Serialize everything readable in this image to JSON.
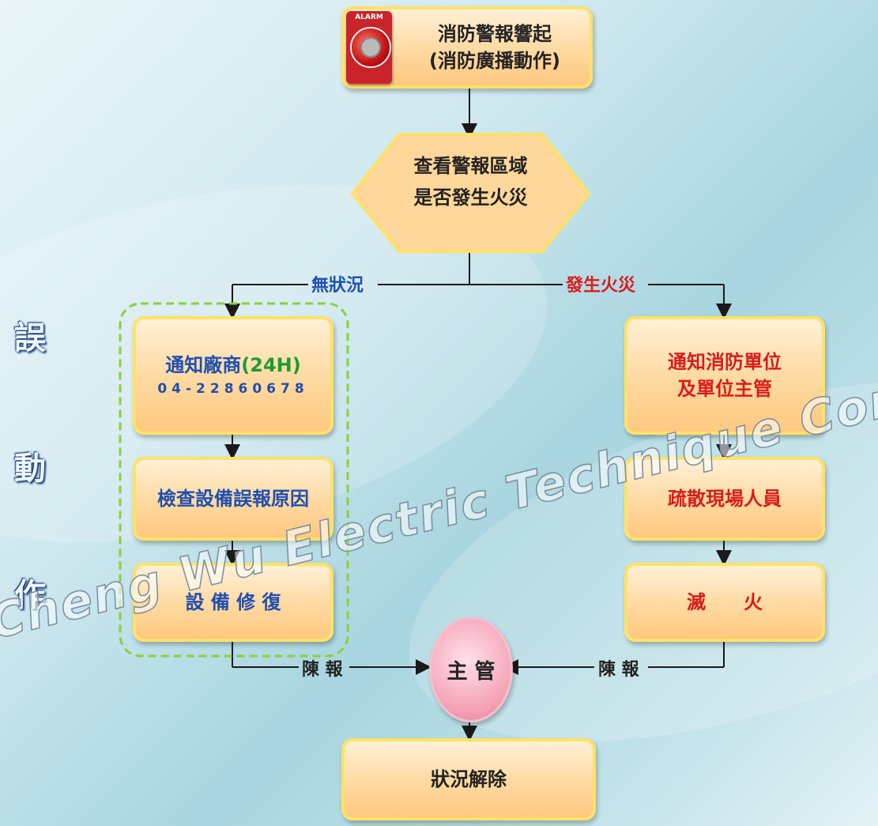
{
  "nodes": {
    "alarm": {
      "line1": "消防警報響起",
      "line2": "(消防廣播動作)"
    },
    "check": {
      "line1": "查看警報區域",
      "line2": "是否發生火災"
    },
    "notify_vendor": {
      "line1": "通知廠商",
      "line1_suffix": "(24H)",
      "phone": "04-22860678"
    },
    "inspect": {
      "label": "檢查設備誤報原因"
    },
    "repair": {
      "label": "設 備 修 復"
    },
    "notify_fire": {
      "line1": "通知消防單位",
      "line2": "及單位主管"
    },
    "evacuate": {
      "label": "疏散現場人員"
    },
    "extinguish": {
      "label": "滅　　火"
    },
    "supervisor": {
      "label": "主 管"
    },
    "resolved": {
      "label": "狀況解除"
    }
  },
  "branches": {
    "no_situation": "無狀況",
    "fire": "發生火災"
  },
  "report_left": "陳 報",
  "report_right": "陳 報",
  "side_title": [
    "誤",
    "動",
    "作"
  ],
  "watermark": "Cheng Wu Electric Technique Consulting CO., LTD.",
  "alarm_button": {
    "icon": "fire-alarm-button-icon",
    "text": "ALARM"
  },
  "colors": {
    "box_border": "#ffe266",
    "blue": "#1f4fb0",
    "red": "#d81c1c",
    "green": "#1f9a32",
    "dashed_group": "#8ccf3a"
  }
}
